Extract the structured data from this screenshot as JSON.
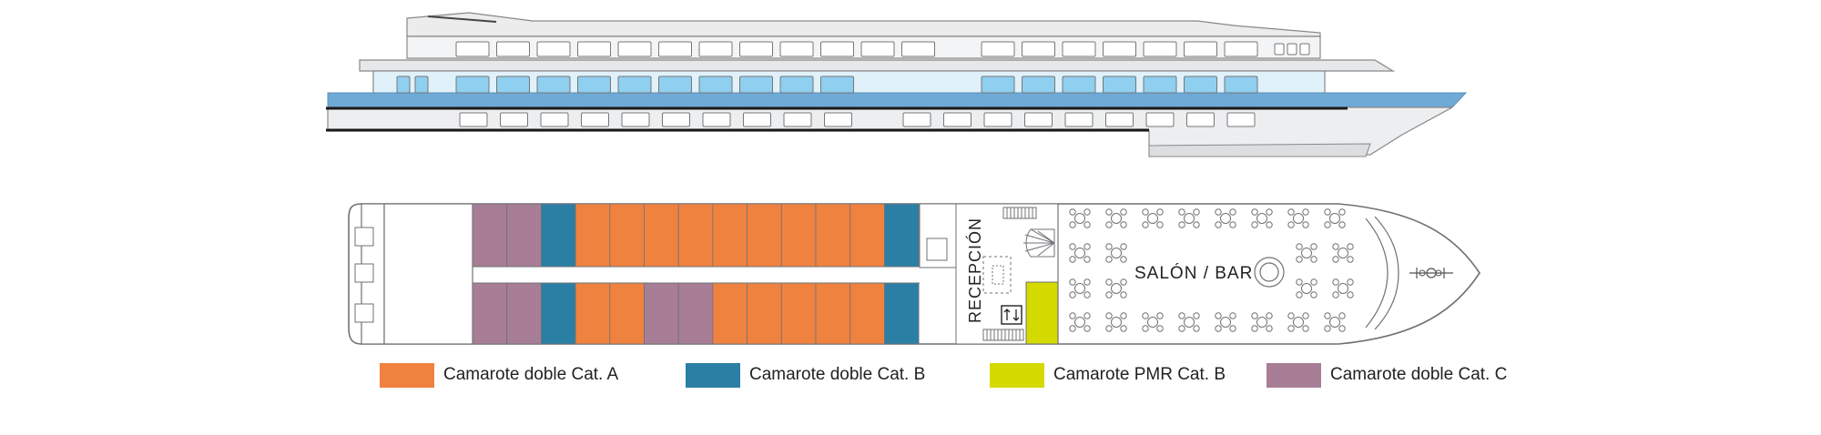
{
  "plan": {
    "reception_label": "RECEPCIÓN",
    "salon_label": "SALÓN / BAR"
  },
  "legend": [
    {
      "label": "Camarote doble Cat. A",
      "color": "#F0823F",
      "icon": "orange-square"
    },
    {
      "label": "Camarote doble Cat. B",
      "color": "#2B7FA4",
      "icon": "blue-square"
    },
    {
      "label": "Camarote PMR Cat. B",
      "color": "#D4D900",
      "icon": "yellow-square"
    },
    {
      "label": "Camarote doble Cat. C",
      "color": "#A77E95",
      "icon": "mauve-square"
    }
  ],
  "cabins": {
    "top_row": [
      "C",
      "C",
      "B",
      "A",
      "A",
      "A",
      "A",
      "A",
      "A",
      "A",
      "A",
      "A",
      "B"
    ],
    "bottom_row": [
      "C",
      "C",
      "B",
      "A",
      "A",
      "C",
      "C",
      "A",
      "A",
      "A",
      "A",
      "A",
      "B"
    ],
    "pmr_count": 1
  },
  "colors": {
    "window_blue": "#8FCFF0",
    "hull_blue": "#6FA9D6",
    "hull_grey": "#E9EBED",
    "stroke": "#6f7275"
  }
}
